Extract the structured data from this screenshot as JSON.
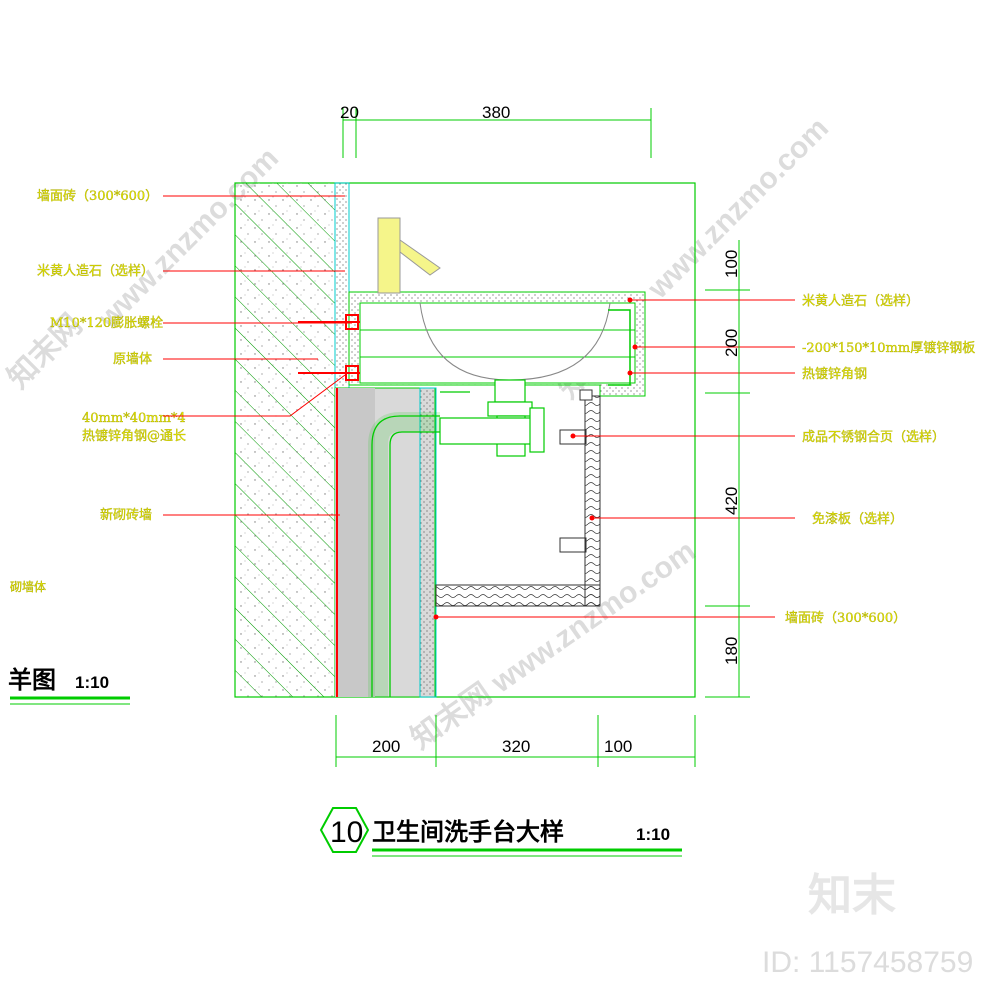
{
  "labels_left": [
    {
      "id": "wall-tile",
      "text": "墙面砖（300*600）"
    },
    {
      "id": "quartz-stone-left",
      "text": "米黄人造石（选样）"
    },
    {
      "id": "expansion-bolt",
      "text": "M10*120膨胀螺栓"
    },
    {
      "id": "original-wall",
      "text": "原墙体"
    },
    {
      "id": "angle-steel-1",
      "text": "40mm*40mm*4"
    },
    {
      "id": "angle-steel-2",
      "text": "热镀锌角钢@通长"
    },
    {
      "id": "brick-wall",
      "text": "新砌砖墙"
    },
    {
      "id": "edge-text",
      "text": "砌墙体"
    }
  ],
  "labels_right": [
    {
      "id": "quartz-stone-right",
      "text": "米黄人造石（选样）"
    },
    {
      "id": "steel-plate",
      "text": "-200*150*10mm厚镀锌钢板"
    },
    {
      "id": "galvanized-angle",
      "text": "热镀锌角钢"
    },
    {
      "id": "hinge",
      "text": "成品不锈钢合页（选样）"
    },
    {
      "id": "paint-free-board",
      "text": "免漆板（选样）"
    },
    {
      "id": "wall-tile-right",
      "text": "墙面砖（300*600）"
    }
  ],
  "dims_top": {
    "left": "20",
    "main": "380"
  },
  "dims_right": [
    "100",
    "200",
    "420",
    "180"
  ],
  "dims_bottom": [
    "200",
    "320",
    "100"
  ],
  "title": {
    "number": "10",
    "text": "卫生间洗手台大样",
    "scale": "1:10"
  },
  "prev_title": {
    "text": "羊图",
    "scale": "1:10"
  },
  "watermarks": [
    "www.znzmo.com",
    "知末网",
    "知末网",
    "www.znzmo.com",
    "知末网 www.znzmo.com"
  ],
  "brand": "知末",
  "id_text": "ID: 1157458759",
  "colors": {
    "line": "#00cc00",
    "leader": "#ff0000",
    "label": "#e8e800",
    "cyan": "#00d0d0",
    "dim": "#000000"
  }
}
